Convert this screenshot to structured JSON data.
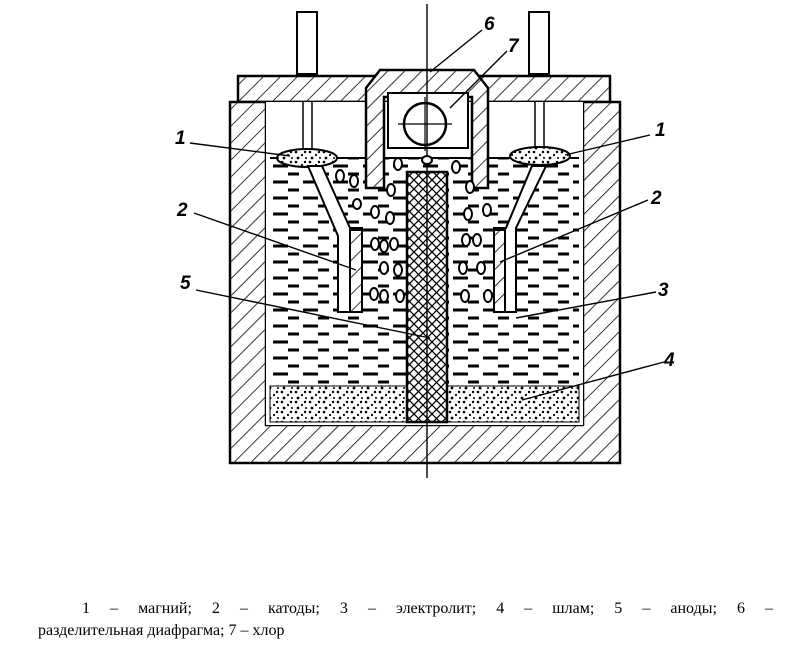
{
  "labels": {
    "magnesium_left": "1",
    "magnesium_right": "1",
    "cathode_left": "2",
    "cathode_right": "2",
    "electrolyte": "3",
    "sludge": "4",
    "anode": "5",
    "diaphragm": "6",
    "chlorine": "7"
  },
  "caption": {
    "line1": "1 – магний; 2 – катоды; 3 – электролит; 4 – шлам; 5 – аноды; 6 –",
    "line2": "разделительная диафрагма; 7 – хлор"
  }
}
